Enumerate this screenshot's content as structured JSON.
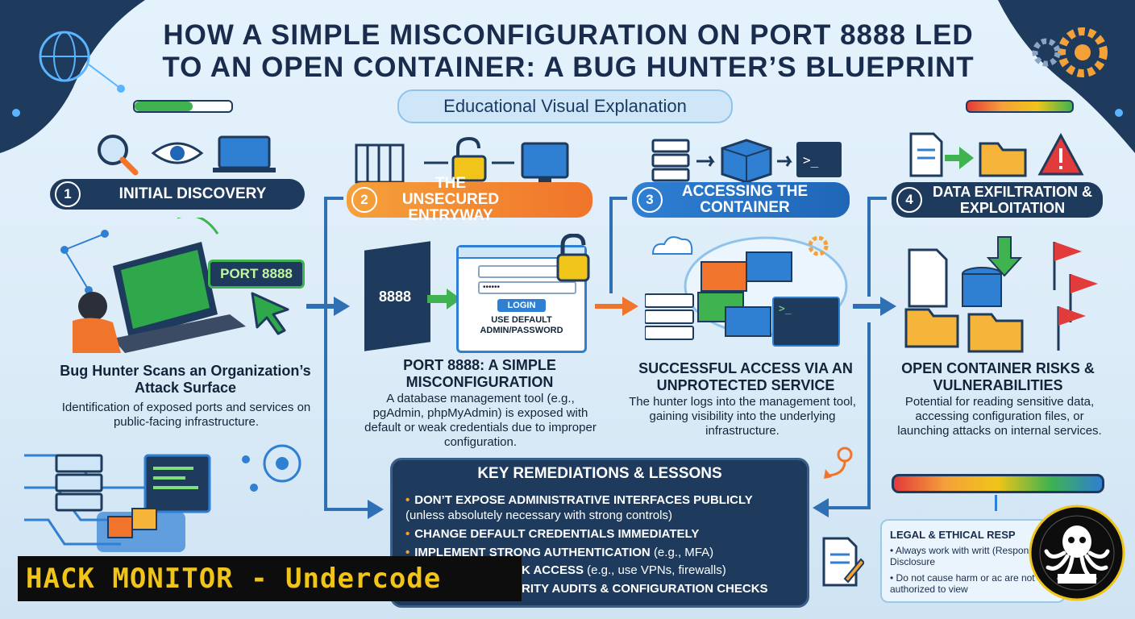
{
  "title": {
    "line1": "HOW A SIMPLE MISCONFIGURATION ON PORT 8888 LED",
    "line2": "TO AN OPEN CONTAINER: A BUG HUNTER’S BLUEPRINT"
  },
  "subtitle": "Educational Visual Explanation",
  "steps": [
    {
      "num": "1",
      "label": "INITIAL DISCOVERY",
      "heading": "Bug Hunter Scans an Organization’s Attack Surface",
      "description": "Identification of exposed ports and services on public-facing infrastructure."
    },
    {
      "num": "2",
      "label": "THE UNSECURED ENTRYWAY",
      "heading": "PORT 8888: A SIMPLE MISCONFIGURATION",
      "description": "A database management tool (e.g., pgAdmin, phpMyAdmin) is exposed with default or weak credentials due to improper configuration."
    },
    {
      "num": "3",
      "label": "ACCESSING THE CONTAINER",
      "heading": "SUCCESSFUL ACCESS VIA AN UNPROTECTED SERVICE",
      "description": "The hunter logs into the management tool, gaining visibility into the underlying infrastructure."
    },
    {
      "num": "4",
      "label": "DATA EXFILTRATION & EXPLOITATION",
      "heading": "OPEN CONTAINER RISKS & VULNERABILITIES",
      "description": "Potential for reading sensitive data, accessing configuration files, or launching attacks on internal services."
    }
  ],
  "illustration": {
    "port_tag": "PORT 8888",
    "door_label": "8888",
    "login_button": "LOGIN",
    "login_caption": "USE DEFAULT ADMIN/PASSWORD",
    "password_mask": "••••••",
    "terminal_prompt": ">_"
  },
  "remediations": {
    "title": "KEY REMEDIATIONS & LESSONS",
    "items": [
      {
        "bold": "DON’T EXPOSE ADMINISTRATIVE INTERFACES PUBLICLY",
        "normal": "(unless absolutely necessary with strong controls)"
      },
      {
        "bold": "CHANGE DEFAULT CREDENTIALS IMMEDIATELY",
        "normal": ""
      },
      {
        "bold": "IMPLEMENT STRONG AUTHENTICATION",
        "normal": "(e.g., MFA)"
      },
      {
        "bold": "K ACCESS",
        "normal": "(e.g., use VPNs, firewalls)"
      },
      {
        "bold": "RITY AUDITS & CONFIGURATION CHECKS",
        "normal": ""
      }
    ]
  },
  "legal": {
    "title": "LEGAL & ETHICAL RESP",
    "items": [
      "Always work with writt (Responsible Disclosure",
      "Do not cause harm or ac are not authorized to view"
    ]
  },
  "banner": "HACK MONITOR - Undercode",
  "colors": {
    "dark": "#1e3a5c",
    "orange": "#f0742b",
    "blue": "#1f66b6",
    "green": "#3fb34f",
    "yellow": "#f0c419"
  }
}
